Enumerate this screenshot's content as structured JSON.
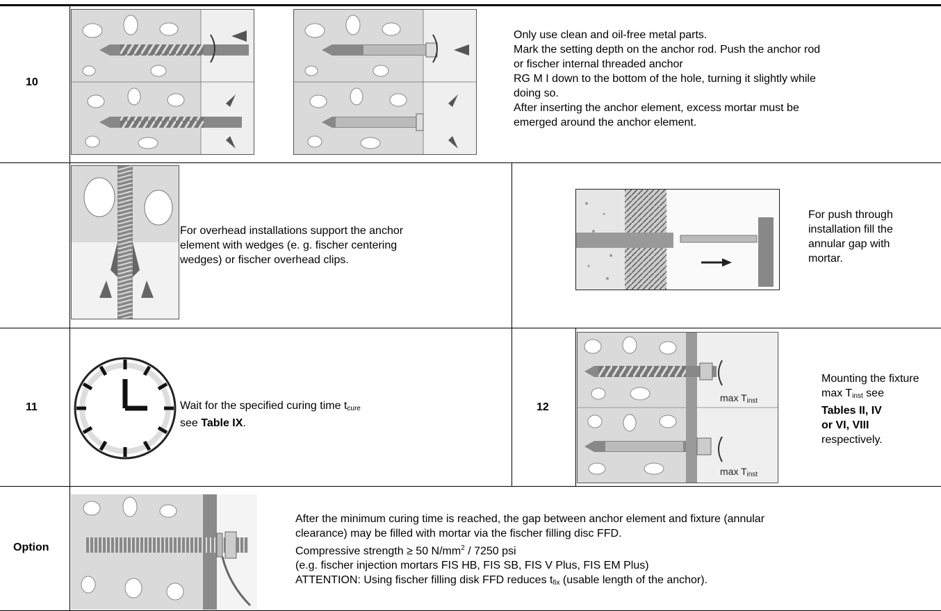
{
  "steps": {
    "s10": {
      "number": "10",
      "lines": [
        "Only use clean and oil-free metal parts.",
        "Mark the setting depth on the anchor rod. Push the anchor rod",
        "or fischer internal threaded anchor",
        "RG M I down to the bottom of the hole, turning it slightly while",
        "doing so.",
        "After inserting the anchor element, excess mortar must be",
        "emerged around the anchor element."
      ]
    },
    "overhead": {
      "lines": [
        "For overhead installations support the anchor",
        "element with wedges (e. g. fischer centering",
        "wedges) or fischer overhead clips."
      ]
    },
    "push_through": {
      "lines": [
        "For push through",
        "installation fill the",
        "annular gap with",
        "mortar."
      ]
    },
    "s11": {
      "number": "11",
      "line1": "Wait for the specified curing time t",
      "line1_sub": "cure",
      "line2_pre": "see ",
      "line2_bold": "Table IX",
      "line2_post": "."
    },
    "s12": {
      "number": "12",
      "line1": "Mounting the fixture",
      "line2_pre": "max T",
      "line2_sub": "inst",
      "line2_post": " see",
      "bold1": "Tables II, IV",
      "bold2": "or VI, VIII",
      "line5": "respectively.",
      "fig_label": "max T",
      "fig_label_sub": "inst"
    },
    "option": {
      "label": "Option",
      "line1": "After the minimum curing time is reached, the gap between anchor element and fixture (annular",
      "line2": "clearance) may be filled with mortar via the fischer filling disc FFD.",
      "line3_pre": "Compressive strength ≥ 50 N/mm",
      "line3_sup": "2",
      "line3_post": " / 7250 psi",
      "line4": "(e.g. fischer injection mortars FIS HB, FIS SB, FIS V Plus, FIS EM Plus)",
      "line5_pre": "ATTENTION: Using fischer filling disk FFD reduces t",
      "line5_sub": "fix",
      "line5_post": " (usable length of the anchor)."
    }
  },
  "icons": {
    "clock": "clock-icon",
    "rotate": "rotate-arrow-icon",
    "push_arrow": "push-arrow-icon"
  }
}
